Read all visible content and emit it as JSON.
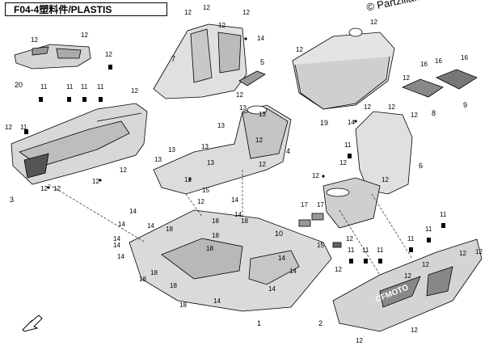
{
  "header": {
    "title": "F04-4塑料件/PLASTIS"
  },
  "watermark": {
    "brand": "© Partzilla.com"
  },
  "callouts": [
    "1",
    "2",
    "3",
    "4",
    "5",
    "6",
    "7",
    "8",
    "9",
    "10",
    "11",
    "12",
    "13",
    "14",
    "15",
    "16",
    "17",
    "18",
    "19",
    "20"
  ],
  "logo_text": "CFMOTO",
  "colors": {
    "line": "#000000",
    "shade": "#d0d0d0",
    "dark_shade": "#8a8a8a",
    "bg": "#ffffff"
  }
}
